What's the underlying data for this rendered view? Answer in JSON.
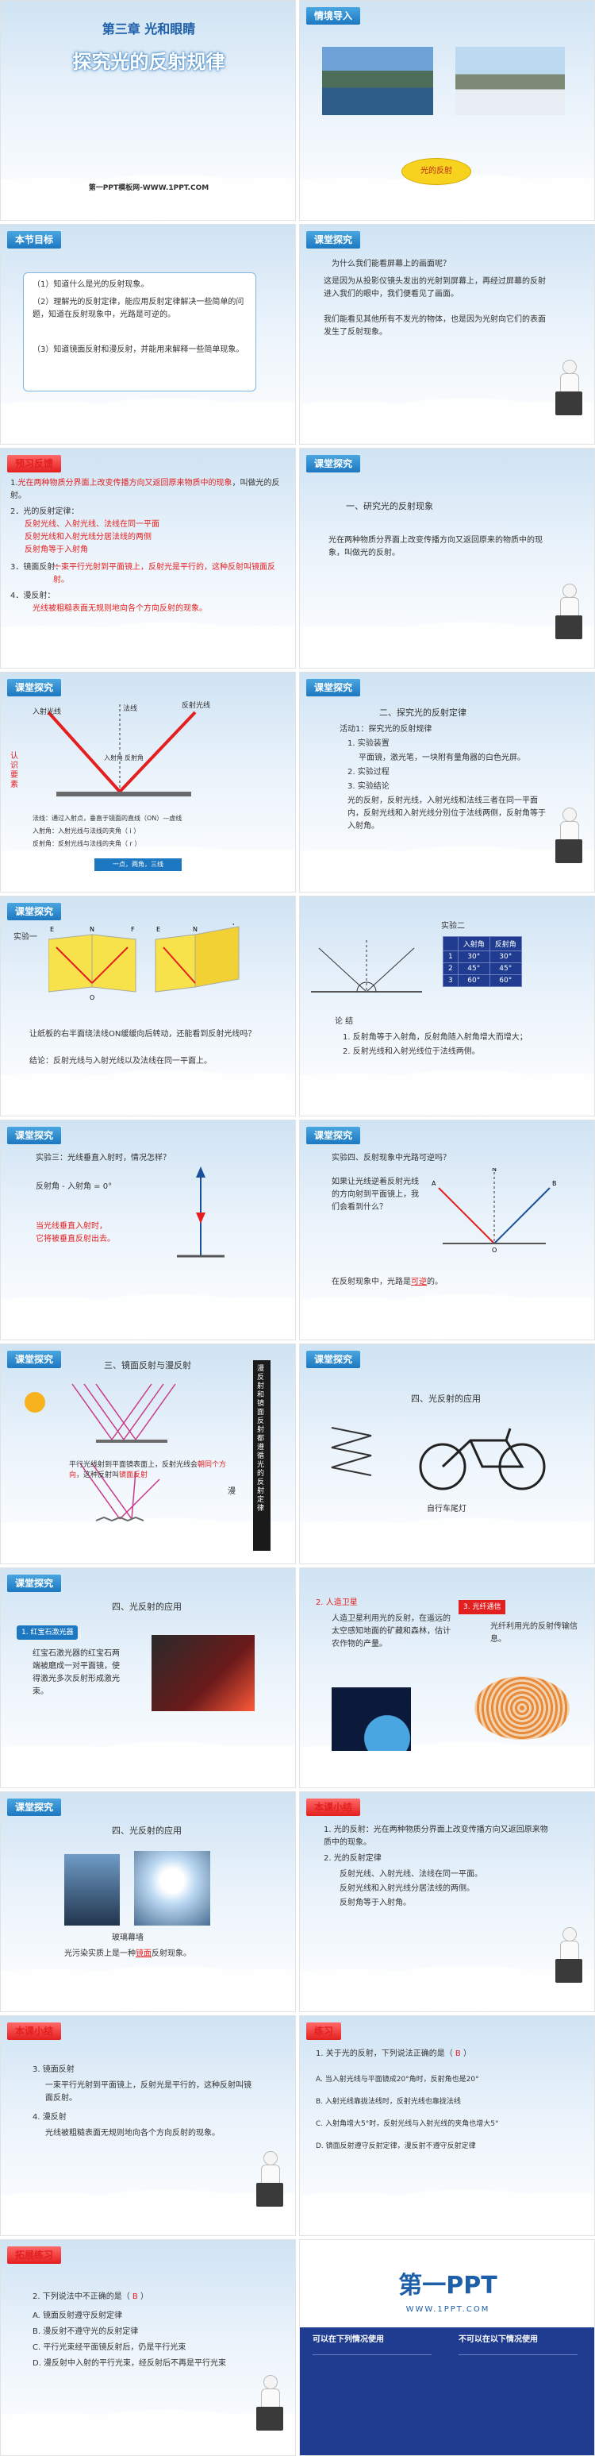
{
  "colors": {
    "accent": "#1d78c1",
    "red": "#e41f1f",
    "navy": "#1f3c91"
  },
  "s1": {
    "chapter": "第三章 光和眼睛",
    "title": "探究光的反射规律",
    "site": "第一PPT模板网-WWW.1PPT.COM"
  },
  "s2": {
    "tag": "情境导入",
    "label": "光的反射"
  },
  "s3": {
    "tag": "本节目标",
    "items": [
      "（1）知道什么是光的反射现象。",
      "（2）理解光的反射定律，能应用反射定律解决一些简单的问题，知道在反射现象中，光路是可逆的。",
      "（3）知道镜面反射和漫反射，并能用来解释一些简单现象。"
    ]
  },
  "s4": {
    "tag": "课堂探究",
    "lines": [
      "为什么我们能看屏幕上的画面呢？",
      "这是因为从投影仪镜头发出的光射到屏幕上，再经过屏幕的反射进入我们的眼中，我们便看见了画面。",
      "我们能看见其他所有不发光的物体，也是因为光射向它们的表面发生了反射现象。"
    ]
  },
  "s5": {
    "tag": "预习反馈",
    "q1a": "1.",
    "q1r": "光在两种物质分界面上改变传播方向又返回原来物质中的现象",
    "q1b": "，叫做光的反射。",
    "q2": "2．光的反射定律：",
    "q2a": "反射光线、入射光线、法线在同一平面",
    "q2b": "反射光线和入射光线分居法线的两侧",
    "q2c": "反射角等于入射角",
    "q3": "3．镜面反射：",
    "q3r": "一束平行光射到平面镜上，反射光是平行的，这种反射叫镜面反射。",
    "q4": "4．漫反射：",
    "q4r": "光线被粗糙表面无规则地向各个方向反射的现象。"
  },
  "s6": {
    "tag": "课堂探究",
    "title": "一、研究光的反射现象",
    "p1": "光在两种物质分界面上改变传播方向又返回原来的物质中的现象，叫做光的反射。"
  },
  "s7": {
    "tag": "课堂探究",
    "labels": {
      "normal": "法线",
      "inc": "入射光线",
      "ref": "反射光线",
      "i": "入射角",
      "r": "反射角",
      "o": "O"
    },
    "side": "认识要素",
    "note1": "法线：通过入射点，垂直于镜面的直线（ON）—虚线",
    "note2": "入射角：入射光线与法线的夹角（ i ）",
    "note3": "反射角：反射光线与法线的夹角（ r ）",
    "tagline": "一点，两角，三线"
  },
  "s8": {
    "tag": "课堂探究",
    "title": "二、探究光的反射定律",
    "items": [
      "活动1：探究光的反射规律",
      "1. 实验装置",
      "平面镜，激光笔，一块附有量角器的白色光屏。",
      "2. 实验过程",
      "3. 实验结论",
      "光的反射，反射光线，入射光线和法线三者在同一平面内，反射光线和入射光线分别位于法线两侧，反射角等于入射角。"
    ]
  },
  "s9": {
    "tag": "课堂探究",
    "exp": "实验一",
    "p1": "让纸板的右半面绕法线ON缓缓向后转动，还能看到反射光线吗？",
    "p2": "结论：反射光线与入射光线以及法线在同一平面上。",
    "letters": [
      "E",
      "O",
      "F",
      "N",
      "E",
      "N",
      "F"
    ]
  },
  "s10": {
    "tag": "",
    "exp": "实验二",
    "table": [
      [
        "",
        "入射角",
        "反射角"
      ],
      [
        "1",
        "30°",
        "30°"
      ],
      [
        "2",
        "45°",
        "45°"
      ],
      [
        "3",
        "60°",
        "60°"
      ]
    ],
    "concl": "论 结",
    "c1": "1. 反射角等于入射角，反射角随入射角增大而增大；",
    "c2": "2. 反射光线和入射光线位于法线两侧。"
  },
  "s11": {
    "tag": "课堂探究",
    "p1": "实验三：光线垂直入射时，情况怎样？",
    "p2": "反射角 - 入射角 = 0°",
    "p3": "当光线垂直入射时，",
    "p4": "它将被垂直反射出去。"
  },
  "s12": {
    "tag": "课堂探究",
    "title": "实验四、反射现象中光路可逆吗？",
    "p1": "如果让光线逆着反射光线的方向射到平面镜上，我们会看到什么？",
    "p2": "在反射现象中，光路是",
    "p2r": "可逆",
    "p2c": "的。",
    "labels": [
      "N",
      "A",
      "B",
      "O"
    ]
  },
  "s13": {
    "tag": "课堂探究",
    "title": "三、镜面反射与漫反射",
    "p1": "平行光线射到平面镜表面上，反射光线会",
    "p1r": "朝同个方向",
    "p1c": "，这种反射叫",
    "p2r": "镜面反射",
    "p3": "漫",
    "side": "漫反射和镜面反射都遵循光的反射定律"
  },
  "s14": {
    "tag": "课堂探究",
    "title": "四、光反射的应用",
    "cap": "自行车尾灯"
  },
  "s15": {
    "tag": "课堂探究",
    "title": "四、光反射的应用",
    "h1": "1. 红宝石激光器",
    "p1": "红宝石激光器的红宝石两端被磨成一对平面镜，使得激光多次反射形成激光束。"
  },
  "s16": {
    "h2": "2. 人造卫星",
    "p2": "人造卫星利用光的反射，在遥远的太空感知地面的矿藏和森林，估计农作物的产量。",
    "h3": "3. 光纤通信",
    "p3": "光纤利用光的反射传输信息。"
  },
  "s17": {
    "tag": "课堂探究",
    "title": "四、光反射的应用",
    "cap": "玻璃幕墙",
    "p1": "光污染实质上是一种",
    "p1r": "镜面",
    "p1c": "反射现象。"
  },
  "s18": {
    "tag": "本课小结",
    "items": [
      "1. 光的反射：光在两种物质分界面上改变传播方向又返回原来物质中的现象。",
      "2. 光的反射定律",
      "反射光线、入射光线、法线在同一平面。",
      "反射光线和入射光线分居法线的两侧。",
      "反射角等于入射角。"
    ]
  },
  "s19": {
    "tag": "本课小结",
    "items": [
      "3. 镜面反射",
      "一束平行光射到平面镜上，反射光是平行的，这种反射叫镜面反射。",
      "4. 漫反射",
      "光线被粗糙表面无规则地向各个方向反射的现象。"
    ]
  },
  "s20": {
    "tag": "练习",
    "q": "1. 关于光的反射，下列说法正确的是（",
    "ans": "B",
    "qc": "）",
    "opts": [
      "A. 当入射光线与平面镜成20°角时，反射角也是20°",
      "B. 入射光线靠拢法线时，反射光线也靠拢法线",
      "C. 入射角增大5°时，反射光线与入射光线的夹角也增大5°",
      "D. 镜面反射遵守反射定律，漫反射不遵守反射定律"
    ]
  },
  "s21": {
    "tag": "拓展练习",
    "q": "2. 下列说法中不正确的是（",
    "ans": "B",
    "qc": "）",
    "opts": [
      "A. 镜面反射遵守反射定律",
      "B. 漫反射不遵守光的反射定律",
      "C. 平行光束经平面镜反射后，仍是平行光束",
      "D. 漫反射中入射的平行光束，经反射后不再是平行光束"
    ]
  },
  "s22": {
    "logo": "第一PPT",
    "url": "WWW.1PPT.COM",
    "c1": "可以在下列情况使用",
    "c2": "不可以在以下情况使用"
  }
}
